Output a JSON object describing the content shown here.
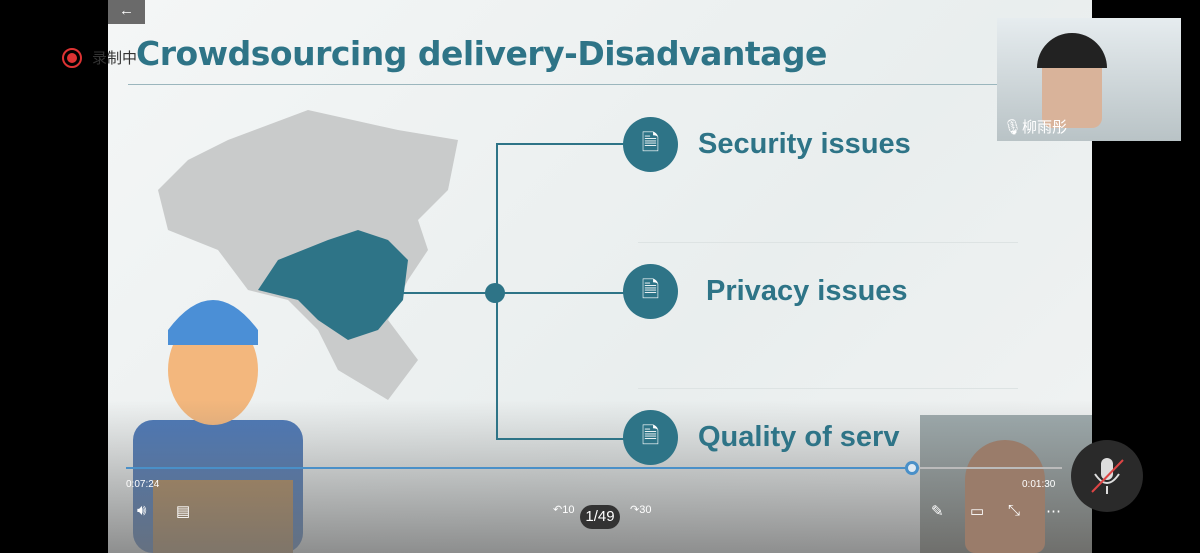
{
  "recording": {
    "label": "录制中"
  },
  "slide": {
    "title": "Crowdsourcing delivery-Disadvantage",
    "items": [
      {
        "label": "Security issues"
      },
      {
        "label": "Privacy issues"
      },
      {
        "label": "Quality of serv"
      }
    ]
  },
  "player": {
    "elapsed": "0:07:24",
    "remaining": "0:01:30",
    "page": "1/49",
    "rewind": "10",
    "forward": "30",
    "progress_fraction": 0.84
  },
  "participants": [
    {
      "name": "柳雨彤"
    }
  ],
  "colors": {
    "accent": "#2e7487",
    "progress": "#4a90c8"
  }
}
